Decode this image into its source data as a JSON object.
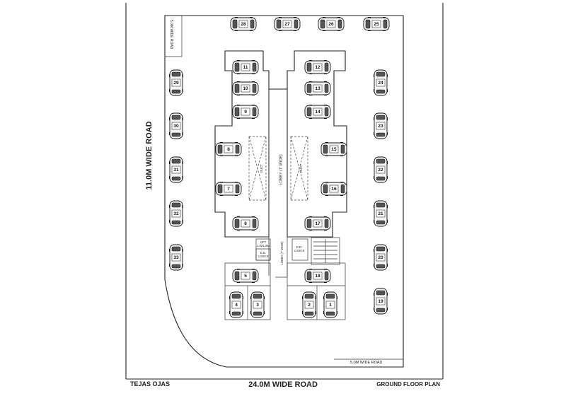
{
  "roads": {
    "left": "11.0M WIDE ROAD",
    "bottom": "24.0M WIDE ROAD",
    "top_left_small": "5.0M WIDE ROAD",
    "bottom_right_small": "5.0M WIDE ROAD"
  },
  "footer": {
    "project_name": "TEJAS OJAS",
    "plan_title": "GROUND FLOOR PLAN"
  },
  "rooms": {
    "lobby_main": "LOBBY (7' WIDE)",
    "lobby_small": "LOBBY (7' WIDE)",
    "duct": "DUCT",
    "lift": "LIFT",
    "lift_size": "1.8X1.8M",
    "eb_left": "E.D.",
    "eb_left_size": "1.5X0.9",
    "eb_right": "E.D.",
    "eb_right_size": "1.5X0.9"
  },
  "parking": {
    "slots": [
      {
        "id": "28"
      },
      {
        "id": "27"
      },
      {
        "id": "26"
      },
      {
        "id": "25"
      },
      {
        "id": "29"
      },
      {
        "id": "30"
      },
      {
        "id": "31"
      },
      {
        "id": "32"
      },
      {
        "id": "33"
      },
      {
        "id": "24"
      },
      {
        "id": "23"
      },
      {
        "id": "22"
      },
      {
        "id": "21"
      },
      {
        "id": "20"
      },
      {
        "id": "19"
      },
      {
        "id": "11"
      },
      {
        "id": "10"
      },
      {
        "id": "9"
      },
      {
        "id": "8"
      },
      {
        "id": "7"
      },
      {
        "id": "6"
      },
      {
        "id": "5"
      },
      {
        "id": "12"
      },
      {
        "id": "13"
      },
      {
        "id": "14"
      },
      {
        "id": "15"
      },
      {
        "id": "16"
      },
      {
        "id": "17"
      },
      {
        "id": "18"
      },
      {
        "id": "4"
      },
      {
        "id": "3"
      },
      {
        "id": "2"
      },
      {
        "id": "1"
      }
    ]
  }
}
